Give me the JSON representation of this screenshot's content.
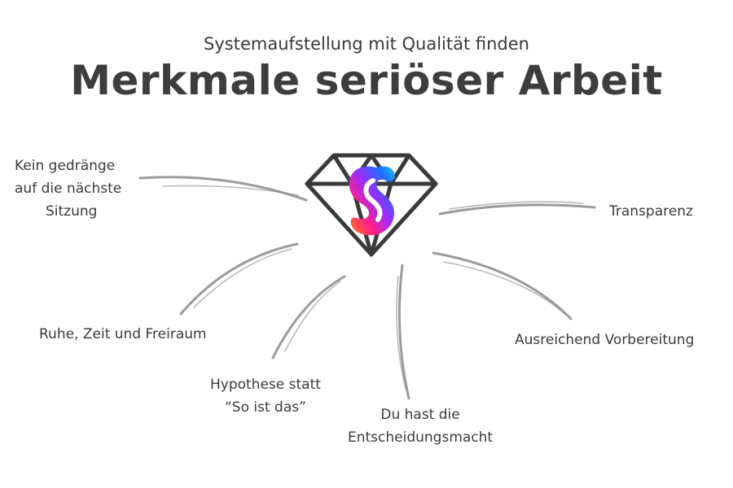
{
  "header": {
    "subtitle": "Systemaufstellung mit Qualität finden",
    "title": "Merkmale seriöser Arbeit"
  },
  "center": {
    "icon": "diamond-icon",
    "logo": "s-logo",
    "colors": {
      "diamond_stroke": "#3a3a3a",
      "logo_gradient": [
        "#ff7a00",
        "#ff1f8e",
        "#9b2cff",
        "#1f6bff",
        "#16c7ff"
      ]
    }
  },
  "features": [
    {
      "lines": [
        "Kein gedränge",
        "auf die nächste",
        "Sitzung"
      ]
    },
    {
      "lines": [
        "Ruhe, Zeit und Freiraum"
      ]
    },
    {
      "lines": [
        "Hypothese statt",
        "“So ist das”"
      ]
    },
    {
      "lines": [
        "Du hast die",
        "Entscheidungsmacht"
      ]
    },
    {
      "lines": [
        "Ausreichend Vorbereitung"
      ]
    },
    {
      "lines": [
        "Transparenz"
      ]
    }
  ],
  "colors": {
    "text": "#3a3a3a",
    "connector": "#8a8a8a"
  }
}
